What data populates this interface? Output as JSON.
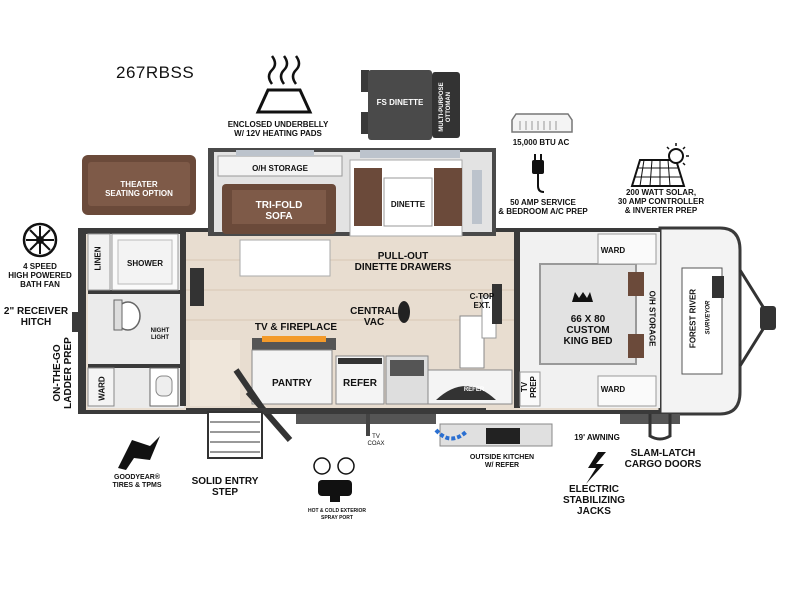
{
  "model": "267RBSS",
  "labels": {
    "heating_pads": "ENCLOSED UNDERBELLY\nW/ 12V HEATING PADS",
    "fs_dinette": "FS DINETTE",
    "ottoman": "MULTI-PURPOSE\nOTTOMAN",
    "ac": "15,000 BTU AC",
    "amp_service": "50 AMP SERVICE\n& BEDROOM A/C PREP",
    "solar": "200 WATT SOLAR,\n30 AMP CONTROLLER\n& INVERTER PREP",
    "theater": "THEATER\nSEATING OPTION",
    "bath_fan": "4 SPEED\nHIGH POWERED\nBATH FAN",
    "receiver_hitch": "2\" RECEIVER\nHITCH",
    "ladder_prep": "ON-THE-GO\nLADDER PREP",
    "oh_storage_top": "O/H STORAGE",
    "trifold_sofa": "TRI-FOLD\nSOFA",
    "dinette": "DINETTE",
    "pullout_drawers": "PULL-OUT\nDINETTE DRAWERS",
    "linen": "LINEN",
    "shower": "SHOWER",
    "night_light": "NIGHT\nLIGHT",
    "ward_bath": "WARD",
    "central_vac": "CENTRAL\nVAC",
    "ctop_ext": "C-TOP\nEXT.",
    "tv_fireplace": "TV & FIREPLACE",
    "pantry": "PANTRY",
    "refer": "REFER",
    "refer_small": "REFER",
    "tv_prep": "TV\nPREP",
    "ward_top": "WARD",
    "ward_bottom": "WARD",
    "king_bed": "66 X 80\nCUSTOM\nKING BED",
    "oh_storage_right": "O/H STORAGE",
    "brand": "FOREST RIVER",
    "brand_sub": "SURVEYOR",
    "tires": "GOODYEAR®\nTIRES & TPMS",
    "entry_step": "SOLID ENTRY\nSTEP",
    "tv_coax": "TV\nCOAX",
    "spray_port": "HOT & COLD EXTERIOR\nSPRAY PORT",
    "outside_kitchen": "OUTSIDE KITCHEN\nW/ REFER",
    "awning": "19' AWNING",
    "stabilizing": "ELECTRIC\nSTABILIZING\nJACKS",
    "cargo_doors": "SLAM-LATCH\nCARGO DOORS"
  },
  "colors": {
    "wall": "#3a3a3a",
    "floor": "#e8ddd0",
    "sofa": "#6b4a3a",
    "slide": "#d9d9d9",
    "bed": "#e2e2e2"
  }
}
